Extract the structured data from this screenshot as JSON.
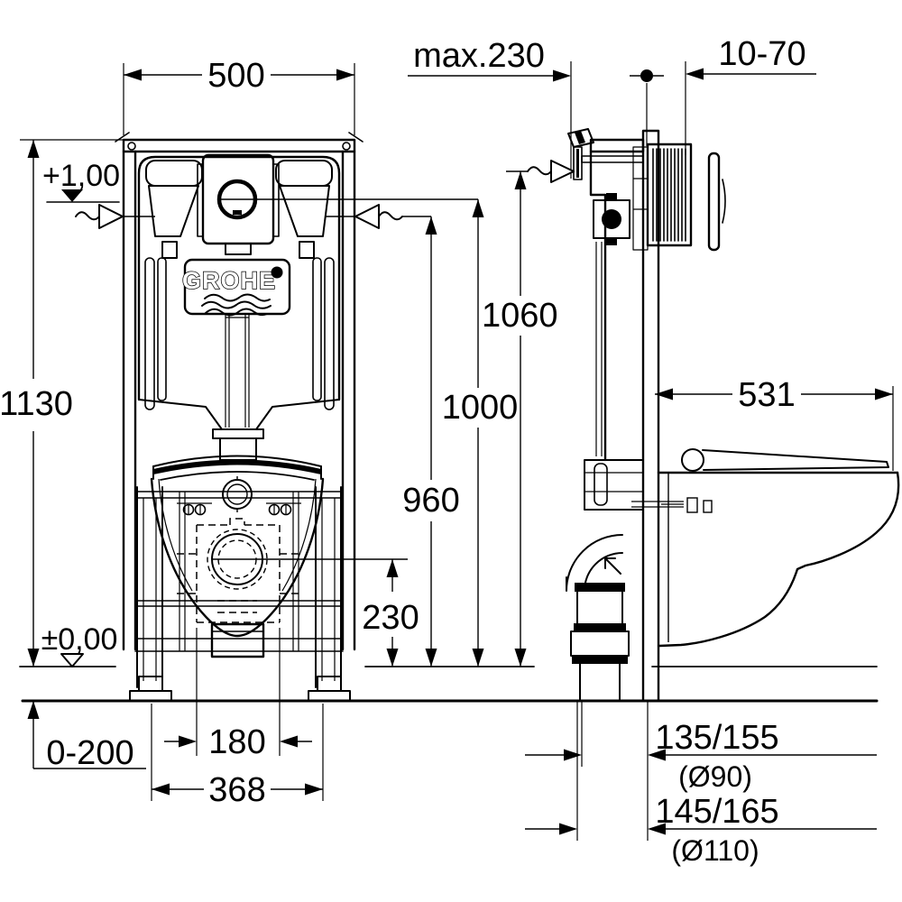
{
  "diagram": {
    "brand": "GROHE",
    "front_view": {
      "frame_width": "500",
      "frame_height": "1130",
      "level_top": "+1,00",
      "level_floor": "±0,00",
      "feet_adjust_range": "0-200",
      "outlet_unit_width": "180",
      "feet_width": "368",
      "outlet_height": "230"
    },
    "side_view": {
      "actuator_max_depth": "max.230",
      "wall_finish_range": "10-70",
      "frame_top_height": "1060",
      "actuator_height": "1000",
      "water_supply_height": "960",
      "bowl_depth": "531",
      "drain_offset_90": "135/155",
      "drain_dia_90": "(Ø90)",
      "drain_offset_110": "145/165",
      "drain_dia_110": "(Ø110)"
    }
  }
}
